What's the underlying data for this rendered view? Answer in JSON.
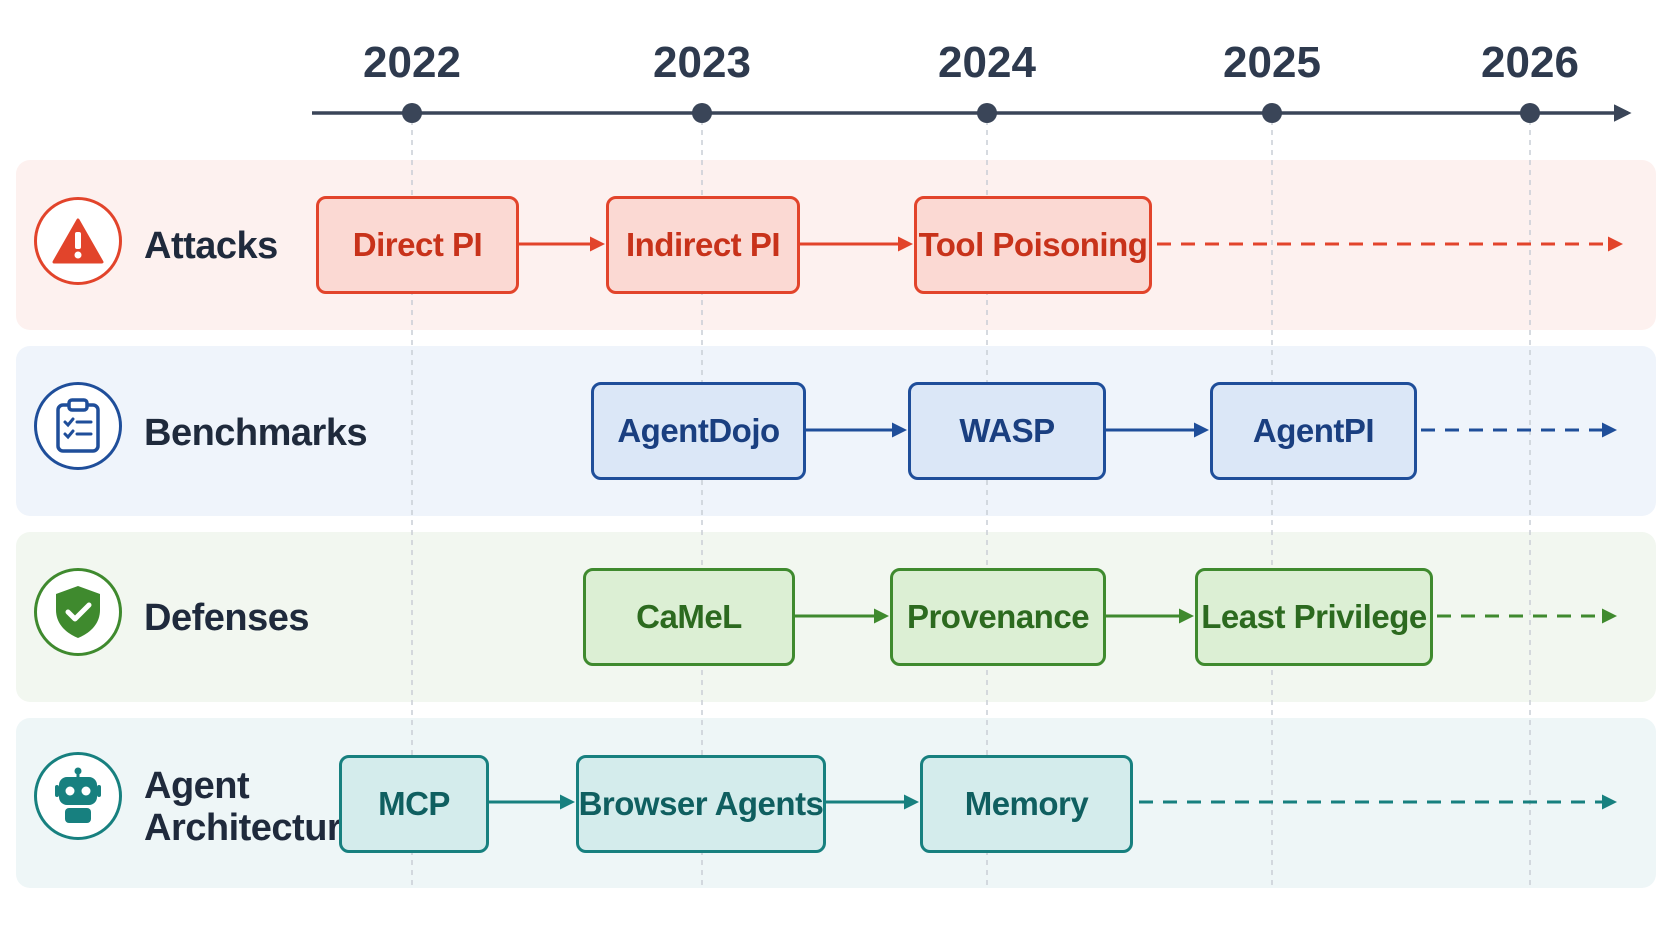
{
  "timeline": {
    "years": [
      "2022",
      "2023",
      "2024",
      "2025",
      "2026"
    ]
  },
  "lanes": [
    {
      "id": "attacks",
      "label": [
        "Attacks"
      ],
      "icon": "warning-icon",
      "colors": {
        "bg": "#fdf1ef",
        "border": "#e2442b",
        "fill": "#fbd9d3",
        "text": "#c8321a",
        "arrow": "#e2442b"
      },
      "nodes": [
        "Direct PI",
        "Indirect PI",
        "Tool Poisoning"
      ]
    },
    {
      "id": "benchmarks",
      "label": [
        "Benchmarks"
      ],
      "icon": "clipboard-checklist-icon",
      "colors": {
        "bg": "#eff4fb",
        "border": "#1f4e9a",
        "fill": "#dbe7f7",
        "text": "#1a3f80",
        "arrow": "#1f4e9a"
      },
      "nodes": [
        "AgentDojo",
        "WASP",
        "AgentPI"
      ]
    },
    {
      "id": "defenses",
      "label": [
        "Defenses"
      ],
      "icon": "shield-check-icon",
      "colors": {
        "bg": "#f2f7f0",
        "border": "#3f8a2e",
        "fill": "#dcefd4",
        "text": "#2c6a1f",
        "arrow": "#3f8a2e"
      },
      "nodes": [
        "CaMeL",
        "Provenance",
        "Least Privilege"
      ]
    },
    {
      "id": "architectures",
      "label": [
        "Agent",
        "Architectures"
      ],
      "icon": "robot-icon",
      "colors": {
        "bg": "#eef6f7",
        "border": "#17807f",
        "fill": "#d4ecec",
        "text": "#0f5f60",
        "arrow": "#17807f"
      },
      "nodes": [
        "MCP",
        "Browser Agents",
        "Memory"
      ]
    }
  ]
}
